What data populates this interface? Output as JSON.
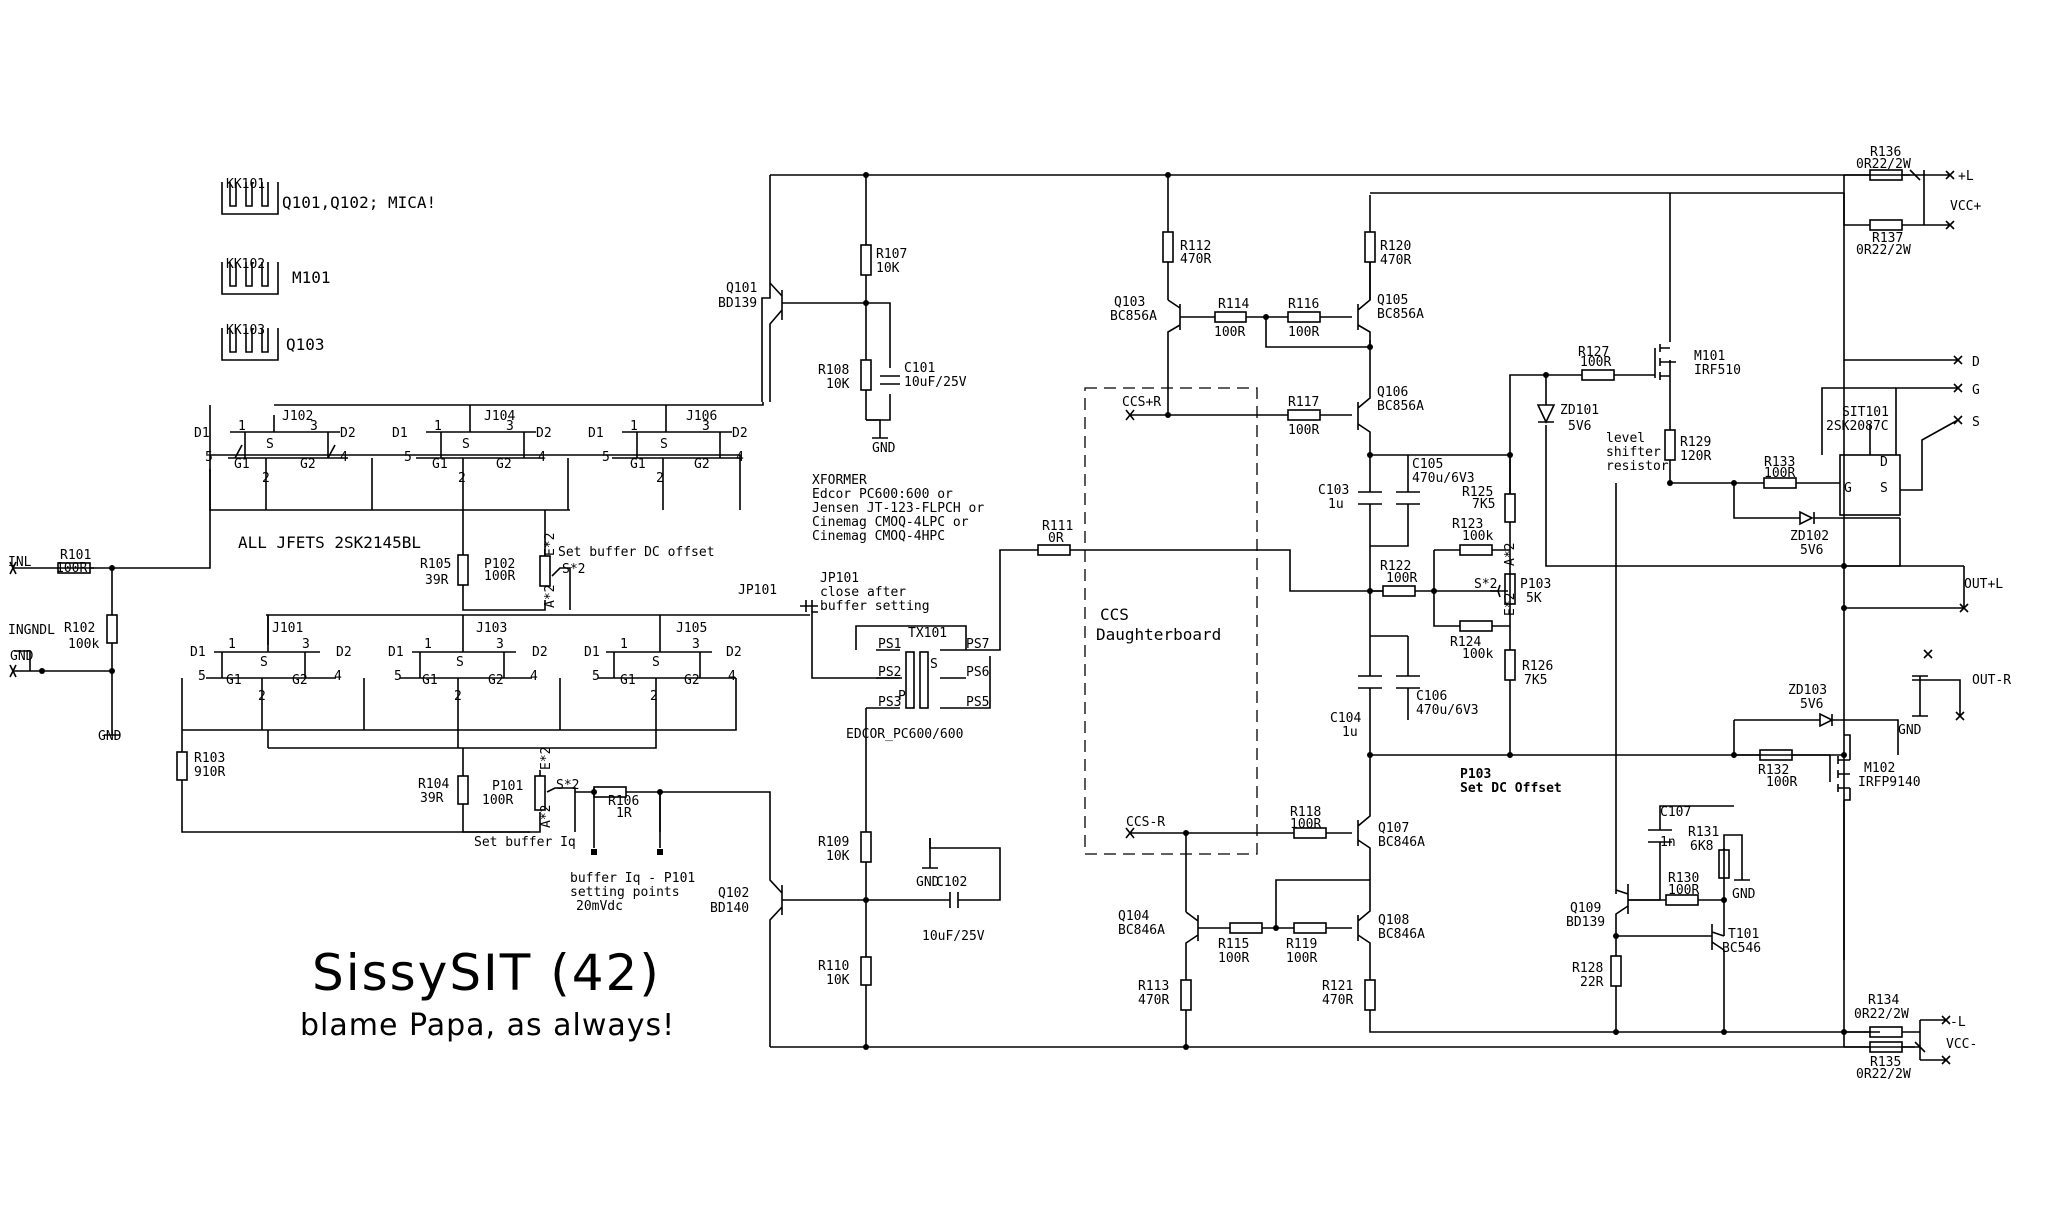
{
  "title": "SissySIT (42)",
  "subtitle": "blame Papa, as always!",
  "heatsinks": [
    {
      "ref": "KK101",
      "note": "Q101,Q102; MICA!"
    },
    {
      "ref": "KK102",
      "note": "M101"
    },
    {
      "ref": "KK103",
      "note": "Q103"
    }
  ],
  "notes": {
    "jfets": "ALL JFETS 2SK2145BL",
    "set_dc_offset": "Set buffer DC offset",
    "set_iq": "Set buffer Iq",
    "iq_points_1": "buffer Iq - P101",
    "iq_points_2": "setting points",
    "iq_points_3": "20mVdc",
    "jp_1": "close after",
    "jp_2": "buffer setting",
    "xformer_0": "XFORMER",
    "xformer_1": "Edcor PC600:600 or",
    "xformer_2": "Jensen JT-123-FLPCH or",
    "xformer_3": "Cinemag CMOQ-4LPC or",
    "xformer_4": "Cinemag CMOQ-4HPC",
    "xformer_part": "EDCOR_PC600/600",
    "ccs": "CCS",
    "daughterboard": "Daughterboard",
    "p103_title": "P103",
    "p103_note": "Set DC Offset",
    "level_1": "level",
    "level_2": "shifter",
    "level_3": "resistor"
  },
  "ports": {
    "inl": "INL",
    "ingndl": "INGNDL",
    "gnd": "GND",
    "plus_l": "+L",
    "vcc_plus": "VCC+",
    "d": "D",
    "g": "G",
    "s": "S",
    "out_plus_l": "OUT+L",
    "out_r": "OUT-R",
    "minus_l": "-L",
    "vcc_minus": "VCC-",
    "ccs_plus_r": "CCS+R",
    "ccs_minus_r": "CCS-R"
  },
  "components": {
    "R101": {
      "ref": "R101",
      "val": "100R"
    },
    "R102": {
      "ref": "R102",
      "val": "100k"
    },
    "R103": {
      "ref": "R103",
      "val": "910R"
    },
    "R104": {
      "ref": "R104",
      "val": "39R"
    },
    "R105": {
      "ref": "R105",
      "val": "39R"
    },
    "R106": {
      "ref": "R106",
      "val": "1R"
    },
    "R107": {
      "ref": "R107",
      "val": "10K"
    },
    "R108": {
      "ref": "R108",
      "val": "10K"
    },
    "R109": {
      "ref": "R109",
      "val": "10K"
    },
    "R110": {
      "ref": "R110",
      "val": "10K"
    },
    "R111": {
      "ref": "R111",
      "val": "0R"
    },
    "R112": {
      "ref": "R112",
      "val": "470R"
    },
    "R113": {
      "ref": "R113",
      "val": "470R"
    },
    "R114": {
      "ref": "R114",
      "val": "100R"
    },
    "R115": {
      "ref": "R115",
      "val": "100R"
    },
    "R116": {
      "ref": "R116",
      "val": "100R"
    },
    "R117": {
      "ref": "R117",
      "val": "100R"
    },
    "R118": {
      "ref": "R118",
      "val": "100R"
    },
    "R119": {
      "ref": "R119",
      "val": "100R"
    },
    "R120": {
      "ref": "R120",
      "val": "470R"
    },
    "R121": {
      "ref": "R121",
      "val": "470R"
    },
    "R122": {
      "ref": "R122",
      "val": "100R"
    },
    "R123": {
      "ref": "R123",
      "val": "100k"
    },
    "R124": {
      "ref": "R124",
      "val": "100k"
    },
    "R125": {
      "ref": "R125",
      "val": "7K5"
    },
    "R126": {
      "ref": "R126",
      "val": "7K5"
    },
    "R127": {
      "ref": "R127",
      "val": "100R"
    },
    "R128": {
      "ref": "R128",
      "val": "22R"
    },
    "R129": {
      "ref": "R129",
      "val": "120R"
    },
    "R130": {
      "ref": "R130",
      "val": "100R"
    },
    "R131": {
      "ref": "R131",
      "val": "6K8"
    },
    "R132": {
      "ref": "R132",
      "val": "100R"
    },
    "R133": {
      "ref": "R133",
      "val": "100R"
    },
    "R134": {
      "ref": "R134",
      "val": "0R22/2W"
    },
    "R135": {
      "ref": "R135",
      "val": "0R22/2W"
    },
    "R136": {
      "ref": "R136",
      "val": "0R22/2W"
    },
    "R137": {
      "ref": "R137",
      "val": "0R22/2W"
    },
    "C101": {
      "ref": "C101",
      "val": "10uF/25V"
    },
    "C102": {
      "ref": "C102",
      "val": "10uF/25V"
    },
    "C103": {
      "ref": "C103",
      "val": "1u"
    },
    "C104": {
      "ref": "C104",
      "val": "1u"
    },
    "C105": {
      "ref": "C105",
      "val": "470u/6V3"
    },
    "C106": {
      "ref": "C106",
      "val": "470u/6V3"
    },
    "C107": {
      "ref": "C107",
      "val": "1n"
    },
    "P101": {
      "ref": "P101",
      "val": "100R"
    },
    "P102": {
      "ref": "P102",
      "val": "100R"
    },
    "P103": {
      "ref": "P103",
      "val": "5K"
    },
    "Q101": {
      "ref": "Q101",
      "val": "BD139"
    },
    "Q102": {
      "ref": "Q102",
      "val": "BD140"
    },
    "Q103": {
      "ref": "Q103",
      "val": "BC856A"
    },
    "Q104": {
      "ref": "Q104",
      "val": "BC846A"
    },
    "Q105": {
      "ref": "Q105",
      "val": "BC856A"
    },
    "Q106": {
      "ref": "Q106",
      "val": "BC856A"
    },
    "Q107": {
      "ref": "Q107",
      "val": "BC846A"
    },
    "Q108": {
      "ref": "Q108",
      "val": "BC846A"
    },
    "Q109": {
      "ref": "Q109",
      "val": "BD139"
    },
    "T101": {
      "ref": "T101",
      "val": "BC546"
    },
    "M101": {
      "ref": "M101",
      "val": "IRF510"
    },
    "M102": {
      "ref": "M102",
      "val": "IRFP9140"
    },
    "SIT101": {
      "ref": "SIT101",
      "val": "2SK2087C"
    },
    "ZD101": {
      "ref": "ZD101",
      "val": "5V6"
    },
    "ZD102": {
      "ref": "ZD102",
      "val": "5V6"
    },
    "ZD103": {
      "ref": "ZD103",
      "val": "5V6"
    },
    "JP101": {
      "ref": "JP101"
    },
    "TX101": {
      "ref": "TX101"
    },
    "J101": {
      "ref": "J101"
    },
    "J102": {
      "ref": "J102"
    },
    "J103": {
      "ref": "J103"
    },
    "J104": {
      "ref": "J104"
    },
    "J105": {
      "ref": "J105"
    },
    "J106": {
      "ref": "J106"
    }
  },
  "pins": {
    "d1": "D1",
    "d2": "D2",
    "g1": "G1",
    "g2": "G2",
    "s": "S",
    "n1": "1",
    "n2": "2",
    "n3": "3",
    "n4": "4",
    "n5": "5",
    "ps1": "PS1",
    "ps2": "PS2",
    "ps3": "PS3",
    "ps5": "PS5",
    "ps6": "PS6",
    "ps7": "PS7",
    "p": "P",
    "e2": "E*2",
    "a2": "A*2",
    "s2": "S*2",
    "pd": "D",
    "pg": "G",
    "ps": "S"
  }
}
